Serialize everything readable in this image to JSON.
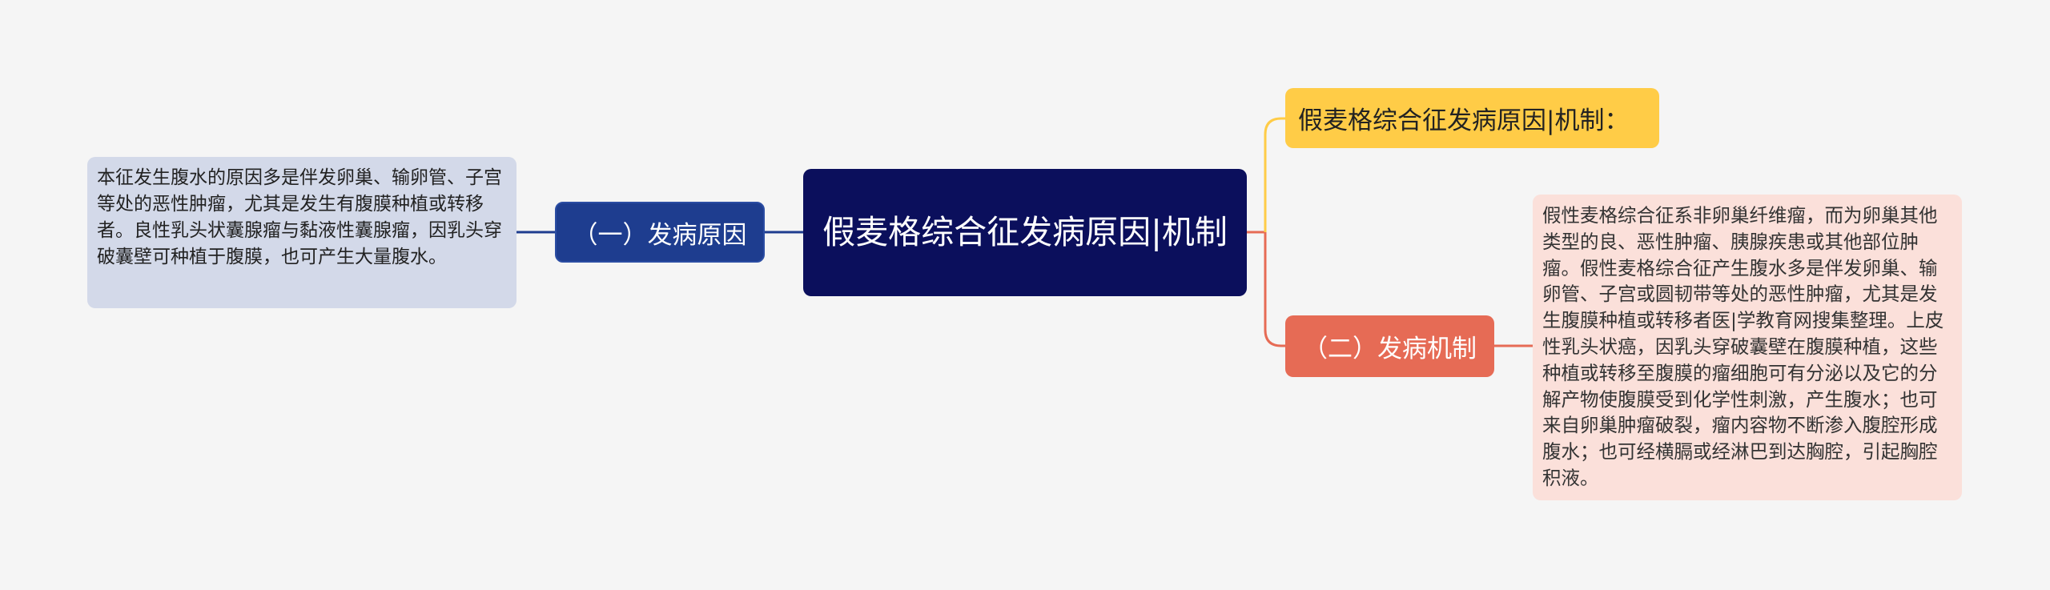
{
  "colors": {
    "background": "#f5f5f5",
    "root": "#0b0f5c",
    "left_branch": "#1e3d8f",
    "left_leaf": "#d3d9e9",
    "right_top": "#ffcc47",
    "right_mid": "#e66b55",
    "right_leaf": "#fbe0da"
  },
  "mindmap": {
    "root": {
      "label": "假麦格综合征发病原因|机制"
    },
    "left_branch": {
      "label": "（一）发病原因",
      "detail": "本征发生腹水的原因多是伴发卵巢、输卵管、子宫等处的恶性肿瘤，尤其是发生有腹膜种植或转移者。良性乳头状囊腺瘤与黏液性囊腺瘤，因乳头穿破囊壁可种植于腹膜，也可产生大量腹水。"
    },
    "right_top": {
      "label": "假麦格综合征发病原因|机制："
    },
    "right_mid": {
      "label": "（二）发病机制",
      "detail": "假性麦格综合征系非卵巢纤维瘤，而为卵巢其他类型的良、恶性肿瘤、胰腺疾患或其他部位肿瘤。假性麦格综合征产生腹水多是伴发卵巢、输卵管、子宫或圆韧带等处的恶性肿瘤，尤其是发生腹膜种植或转移者医|学教育网搜集整理。上皮性乳头状癌，因乳头穿破囊壁在腹膜种植，这些种植或转移至腹膜的瘤细胞可有分泌以及它的分解产物使腹膜受到化学性刺激，产生腹水；也可来自卵巢肿瘤破裂，瘤内容物不断渗入腹腔形成腹水；也可经横膈或经淋巴到达胸腔，引起胸腔积液。"
    }
  }
}
